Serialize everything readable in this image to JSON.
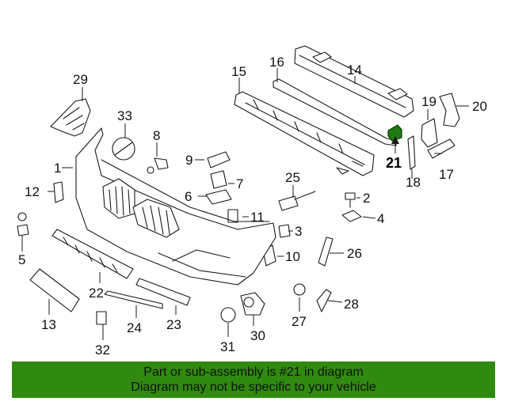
{
  "banner": {
    "line1": "Part or sub-assembly is #21 in diagram",
    "line2": "Diagram may not be specific to your vehicle"
  },
  "callouts": {
    "c1": "1",
    "c2": "2",
    "c3": "3",
    "c4": "4",
    "c5": "5",
    "c6": "6",
    "c7": "7",
    "c8": "8",
    "c9": "9",
    "c10": "10",
    "c11": "11",
    "c12": "12",
    "c13": "13",
    "c14": "14",
    "c15": "15",
    "c16": "16",
    "c17": "17",
    "c18": "18",
    "c19": "19",
    "c20": "20",
    "c21": "21",
    "c22": "22",
    "c23": "23",
    "c24": "24",
    "c25": "25",
    "c26": "26",
    "c27": "27",
    "c28": "28",
    "c29": "29",
    "c30": "30",
    "c31": "31",
    "c32": "32",
    "c33": "33"
  },
  "highlight": {
    "part": "21",
    "color": "#1f7a12"
  },
  "colors": {
    "banner_bg": "#2f8a0f",
    "line": "#1a1a1a"
  }
}
